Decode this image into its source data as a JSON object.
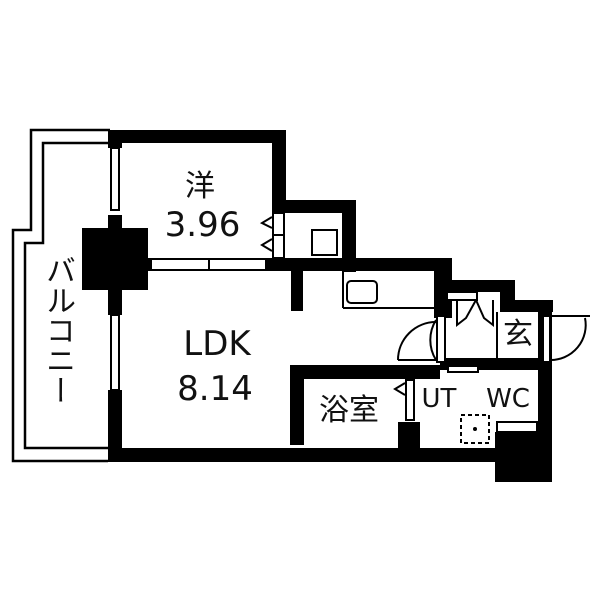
{
  "floorplan": {
    "wall_color": "#000000",
    "background": "#ffffff",
    "rooms": {
      "western": {
        "name": "洋",
        "area": "3.96"
      },
      "ldk": {
        "name": "LDK",
        "area": "8.14"
      },
      "bath": {
        "name": "浴室"
      },
      "utility": {
        "name": "UT"
      },
      "toilet": {
        "name": "WC"
      },
      "entrance": {
        "name": "玄"
      },
      "balcony": {
        "name": "バルコニー"
      }
    }
  }
}
